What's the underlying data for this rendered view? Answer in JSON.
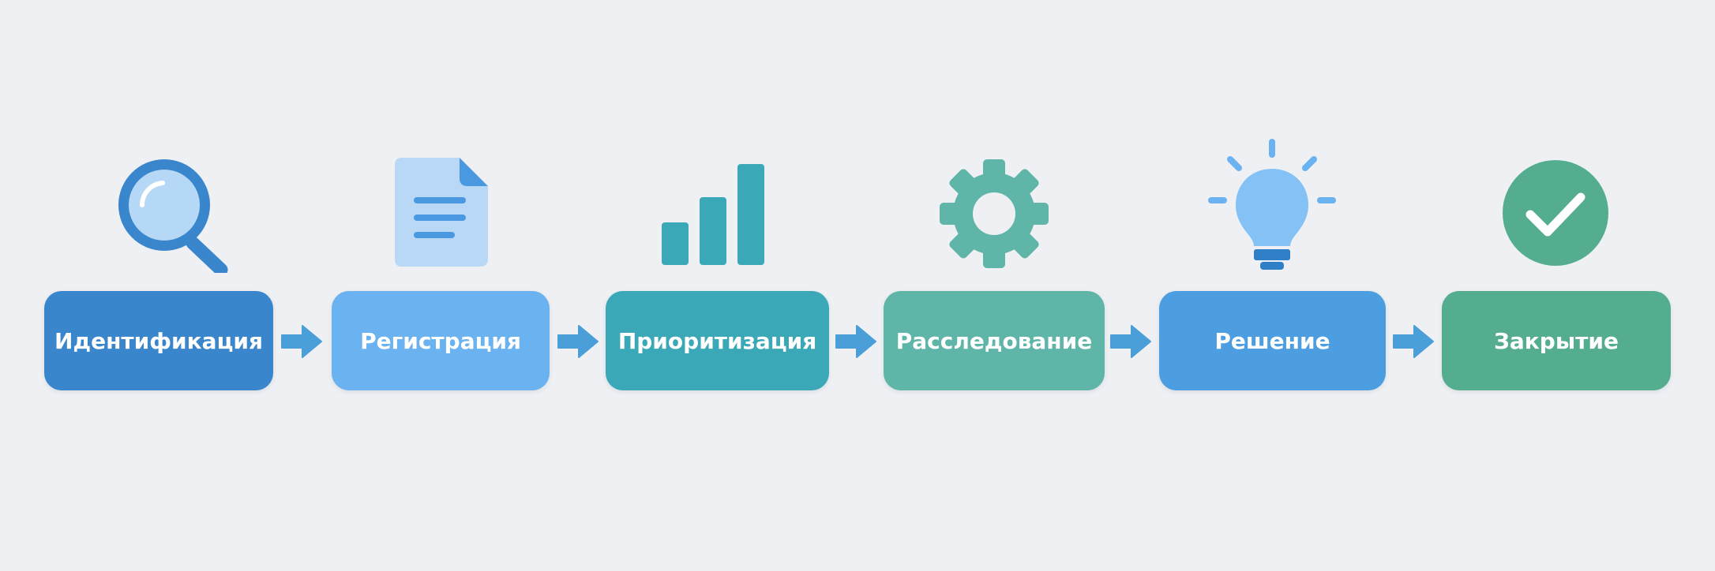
{
  "steps": [
    {
      "label": "Идентификация",
      "color": "#3a86cc",
      "icon": "magnifier-icon"
    },
    {
      "label": "Регистрация",
      "color": "#6bb3f0",
      "icon": "document-icon"
    },
    {
      "label": "Приоритизация",
      "color": "#3aa8b6",
      "icon": "bar-chart-icon"
    },
    {
      "label": "Расследование",
      "color": "#5fb5a8",
      "icon": "gear-icon"
    },
    {
      "label": "Решение",
      "color": "#4c9ee0",
      "icon": "lightbulb-icon"
    },
    {
      "label": "Закрытие",
      "color": "#55ad90",
      "icon": "checkmark-circle-icon"
    }
  ],
  "arrow_color": "#4a9fd8"
}
